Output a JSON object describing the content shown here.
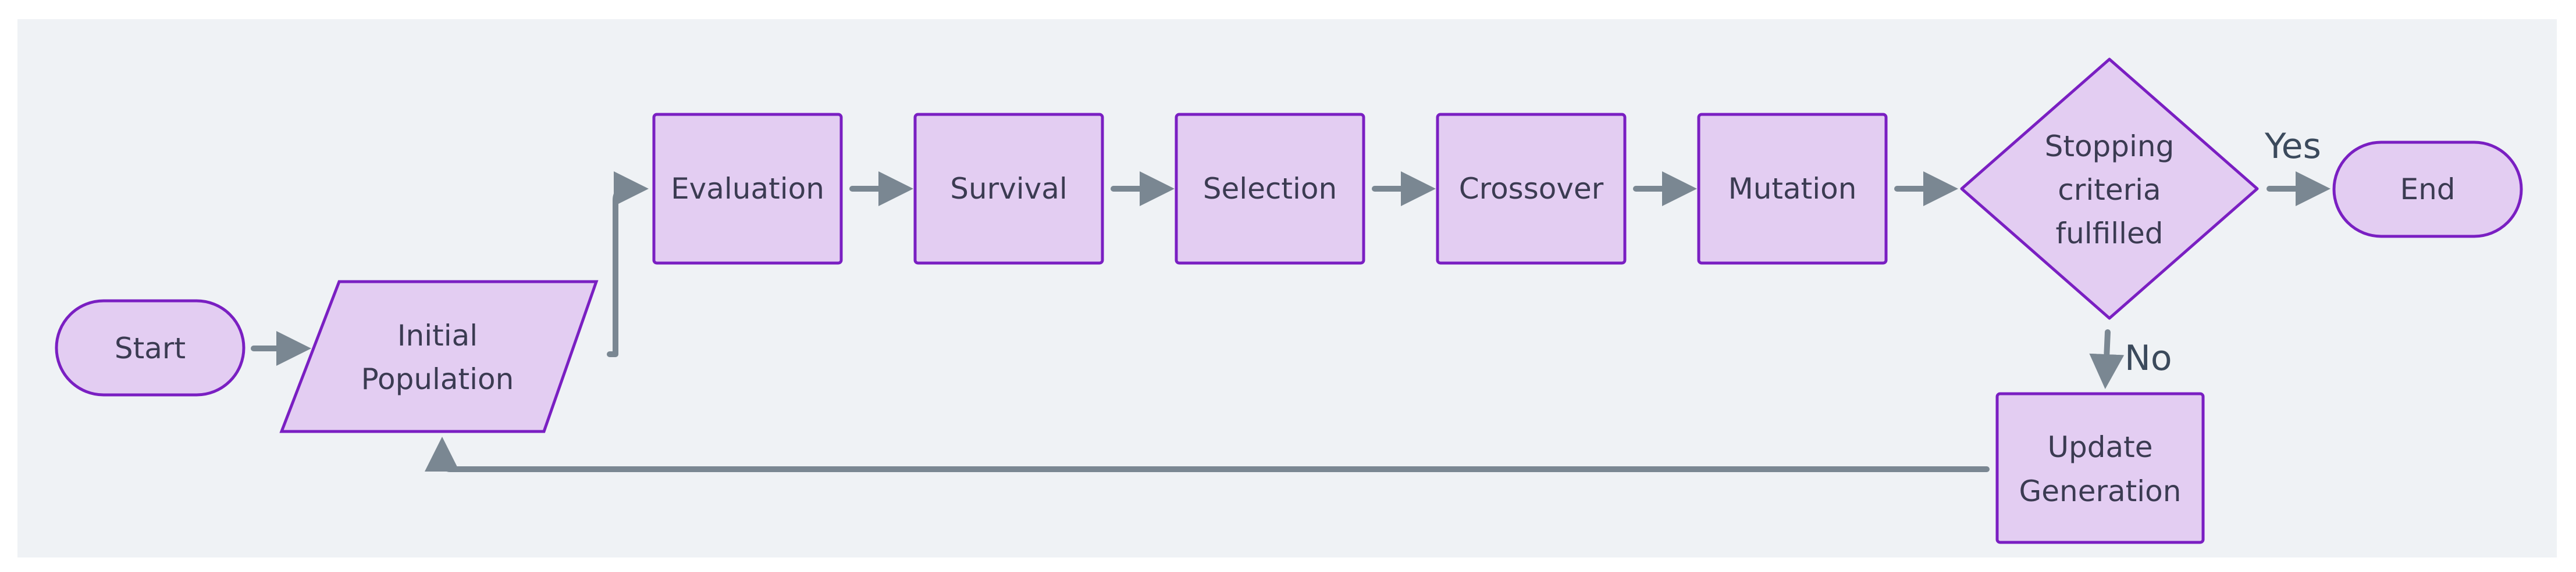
{
  "diagram": {
    "background_color": "#eff2f5",
    "node_fill": "#e3cdf2",
    "node_stroke": "#7a1fc2",
    "edge_color": "#7a8792",
    "nodes": {
      "start": {
        "label": "Start"
      },
      "initial_population": {
        "line1": "Initial",
        "line2": "Population"
      },
      "evaluation": {
        "label": "Evaluation"
      },
      "survival": {
        "label": "Survival"
      },
      "selection": {
        "label": "Selection"
      },
      "crossover": {
        "label": "Crossover"
      },
      "mutation": {
        "label": "Mutation"
      },
      "stopping": {
        "line1": "Stopping",
        "line2": "criteria",
        "line3": "fulfilled"
      },
      "end": {
        "label": "End"
      },
      "update_generation": {
        "line1": "Update",
        "line2": "Generation"
      }
    },
    "edge_labels": {
      "yes": "Yes",
      "no": "No"
    }
  }
}
